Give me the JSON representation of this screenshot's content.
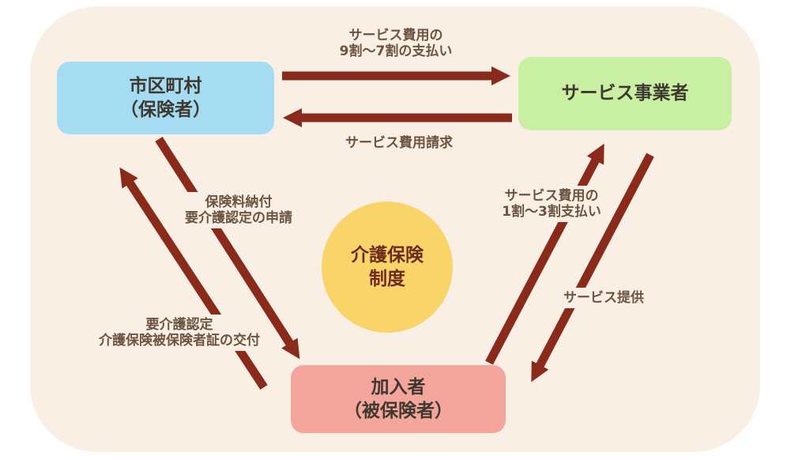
{
  "diagram": {
    "title": "介護保険制度",
    "background_color": "#FAEFE4",
    "arrow_color": "#8A2A1B",
    "label_text_color": "#6C5440",
    "node_text_color": "#3E3930"
  },
  "nodes": {
    "municipality": {
      "lines": [
        "市区町村",
        "（保険者）"
      ],
      "color": "#A6DCF2"
    },
    "provider": {
      "lines": [
        "サービス事業者"
      ],
      "color": "#C9F0A2"
    },
    "insured": {
      "lines": [
        "加入者",
        "（被保険者）"
      ],
      "color": "#F4A59C"
    },
    "center": {
      "lines": [
        "介護保険",
        "制度"
      ],
      "color": "#F9D469",
      "text_color": "#6E2B1D"
    }
  },
  "labels": {
    "payment_to_provider": {
      "lines": [
        "サービス費用の",
        "9割〜7割の支払い"
      ]
    },
    "claim": {
      "lines": [
        "サービス費用請求"
      ]
    },
    "premium": {
      "lines": [
        "保険料納付",
        "要介護認定の申請"
      ]
    },
    "certification": {
      "lines": [
        "要介護認定",
        "介護保険被保険者証の交付"
      ]
    },
    "copay": {
      "lines": [
        "サービス費用の",
        "1割〜3割支払い"
      ]
    },
    "service": {
      "lines": [
        "サービス提供"
      ]
    }
  },
  "arrows": [
    {
      "name": "municipality-to-provider",
      "from": "市区町村",
      "to": "サービス事業者",
      "label": "サービス費用の 9割〜7割の支払い"
    },
    {
      "name": "provider-to-municipality",
      "from": "サービス事業者",
      "to": "市区町村",
      "label": "サービス費用請求"
    },
    {
      "name": "insured-to-municipality",
      "from": "加入者",
      "to": "市区町村",
      "label": "保険料納付 要介護認定の申請"
    },
    {
      "name": "municipality-to-insured",
      "from": "市区町村",
      "to": "加入者",
      "label": "要介護認定 介護保険被保険者証の交付"
    },
    {
      "name": "insured-to-provider",
      "from": "加入者",
      "to": "サービス事業者",
      "label": "サービス費用の 1割〜3割支払い"
    },
    {
      "name": "provider-to-insured",
      "from": "サービス事業者",
      "to": "加入者",
      "label": "サービス提供"
    }
  ]
}
